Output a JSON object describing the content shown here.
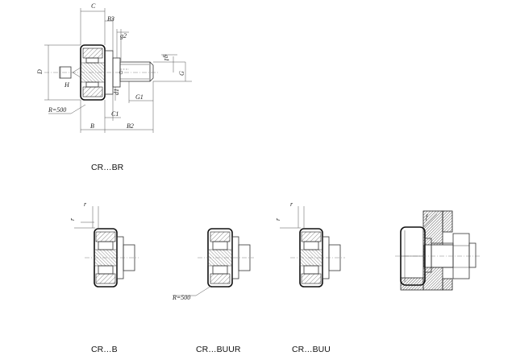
{
  "labels": {
    "C": "C",
    "B3": "B3",
    "g2": "g2",
    "g1": "g1",
    "D": "D",
    "H": "H",
    "G": "G",
    "d1": "d1",
    "G1": "G1",
    "C1": "C1",
    "B": "B",
    "B2": "B2",
    "R500_top": "R=500",
    "R500_bottom": "R=500",
    "r1": "r",
    "r2": "r",
    "r3": "r",
    "f": "f"
  },
  "captions": {
    "br": "CR…BR",
    "b": "CR…B",
    "buur": "CR…BUUR",
    "buu": "CR…BUU"
  }
}
